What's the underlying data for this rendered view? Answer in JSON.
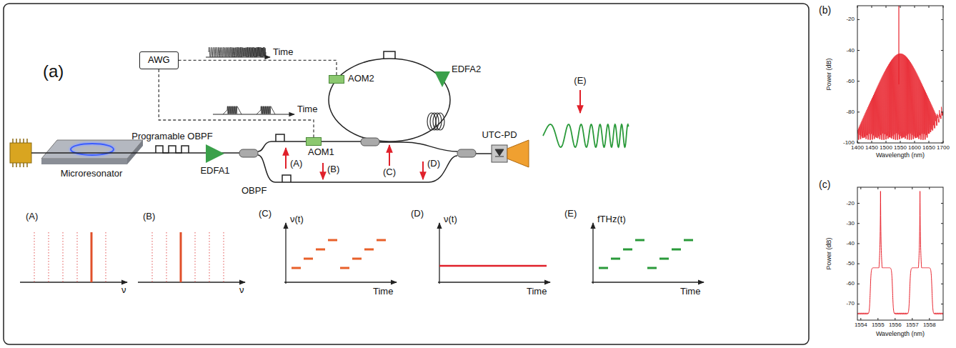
{
  "diagram": {
    "nodes": [
      {
        "text": [
          "AWG"
        ]
      },
      {
        "text": [
          "AOM2"
        ]
      },
      {
        "text": [
          "AOM1"
        ]
      }
    ],
    "edges": [
      {
        "from": 0,
        "to": 1,
        "arrow": "none"
      },
      {
        "from": 0,
        "to": 2,
        "arrow": "none"
      }
    ],
    "labels": [
      "(a)",
      "Programable OBPF",
      "Microresonator",
      "EDFA1",
      "EDFA2",
      "OBPF",
      "UTC-PD",
      "(A)",
      "(B)",
      "(C)",
      "(D)",
      "(E)",
      "Time",
      "Time",
      "(A)",
      "ν",
      "(B)",
      "ν",
      "(C)",
      "ν(t)",
      "Time",
      "(D)",
      "ν(t)",
      "Time",
      "(E)",
      "fTHz(t)",
      "Time",
      "(b)",
      "Power (dB)",
      "-20",
      "-40",
      "-60",
      "-80",
      "-100",
      "1400",
      "1450",
      "1500",
      "1550",
      "1600",
      "1650",
      "1700",
      "Wavelength (nm)",
      "(c)",
      "Power (dB)",
      "-20",
      "-30",
      "-40",
      "-50",
      "-60",
      "-70",
      "1554",
      "1555",
      "1556",
      "1557",
      "1558",
      "Wavelength (nm)"
    ]
  }
}
